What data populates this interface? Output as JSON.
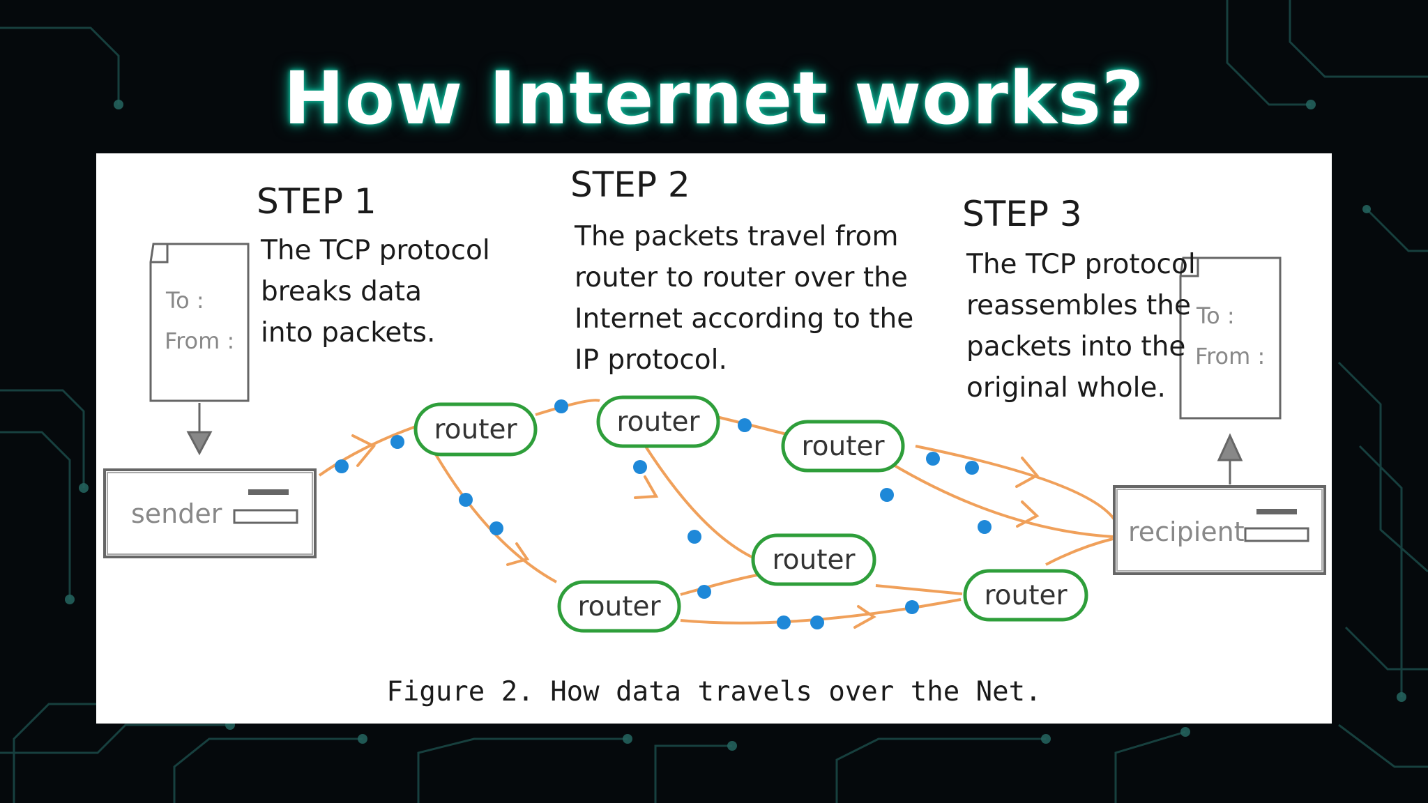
{
  "slide": {
    "title": "How Internet works?"
  },
  "figure": {
    "steps": [
      {
        "label": "STEP 1",
        "text": [
          "The TCP protocol",
          "breaks data",
          "into packets."
        ]
      },
      {
        "label": "STEP 2",
        "text": [
          "The packets travel from",
          "router to router over the",
          "Internet according to the",
          "IP protocol."
        ]
      },
      {
        "label": "STEP 3",
        "text": [
          "The TCP protocol",
          "reassembles the",
          "packets into the",
          "original whole."
        ]
      }
    ],
    "document_labels": {
      "to": "To :",
      "from": "From :"
    },
    "sender_label": "sender",
    "recipient_label": "recipient",
    "router_label": "router",
    "caption": "Figure 2. How data travels over the Net."
  },
  "colors": {
    "router_border": "#2e9e3a",
    "path": "#f0a05a",
    "packet": "#1e88d8",
    "glow": "#10c8a6"
  }
}
